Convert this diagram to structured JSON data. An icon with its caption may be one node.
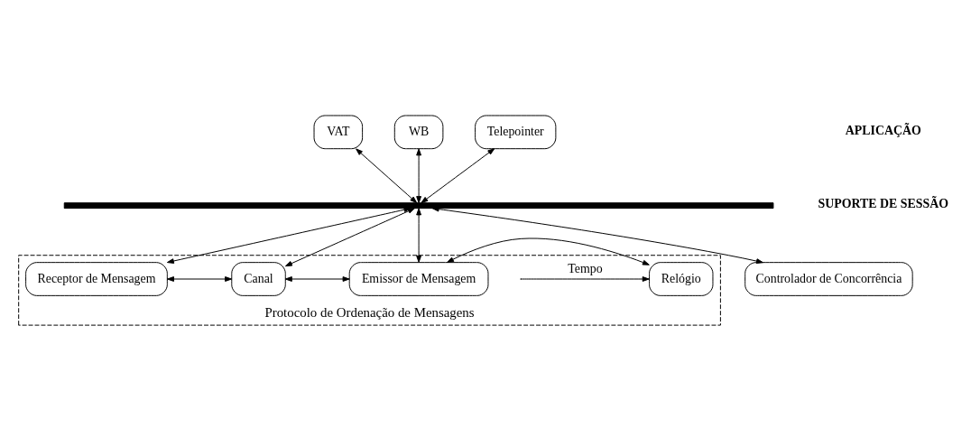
{
  "diagram": {
    "nodes": [
      {
        "text": [
          "VAT"
        ]
      },
      {
        "text": [
          "WB"
        ]
      },
      {
        "text": [
          "Telepointer"
        ]
      },
      {
        "text": [],
        "shape": "bar"
      },
      {
        "text": [
          "Protocolo de Ordenação de Mensagens"
        ]
      },
      {
        "text": [
          "Controlador de Concorrência"
        ]
      },
      {
        "text": [
          "Receptor de Mensagem"
        ],
        "in": 4
      },
      {
        "text": [
          "Canal"
        ],
        "in": 4
      },
      {
        "text": [
          "Emissor de Mensagem"
        ],
        "in": 4
      },
      {
        "text": [
          "Relógio"
        ],
        "in": 4
      }
    ],
    "edges": [
      {
        "from": 0,
        "to": 3,
        "arrow": "both"
      },
      {
        "from": 1,
        "to": 3,
        "arrow": "both"
      },
      {
        "from": 2,
        "to": 3,
        "arrow": "both"
      },
      {
        "from": 3,
        "to": 5,
        "arrow": "both"
      },
      {
        "from": 3,
        "to": 6,
        "arrow": "both"
      },
      {
        "from": 3,
        "to": 7,
        "arrow": "both"
      },
      {
        "from": 3,
        "to": 8,
        "arrow": "both"
      },
      {
        "from": 6,
        "to": 7,
        "arrow": "both"
      },
      {
        "from": 7,
        "to": 8,
        "arrow": "both"
      },
      {
        "from": 8,
        "to": 9,
        "arrow": "both"
      },
      {
        "from": null,
        "to": 9,
        "arrow": "to",
        "label": "Tempo"
      }
    ],
    "labels": [
      "APLICAÇÃO",
      "SUPORTE DE SESSÃO"
    ]
  }
}
